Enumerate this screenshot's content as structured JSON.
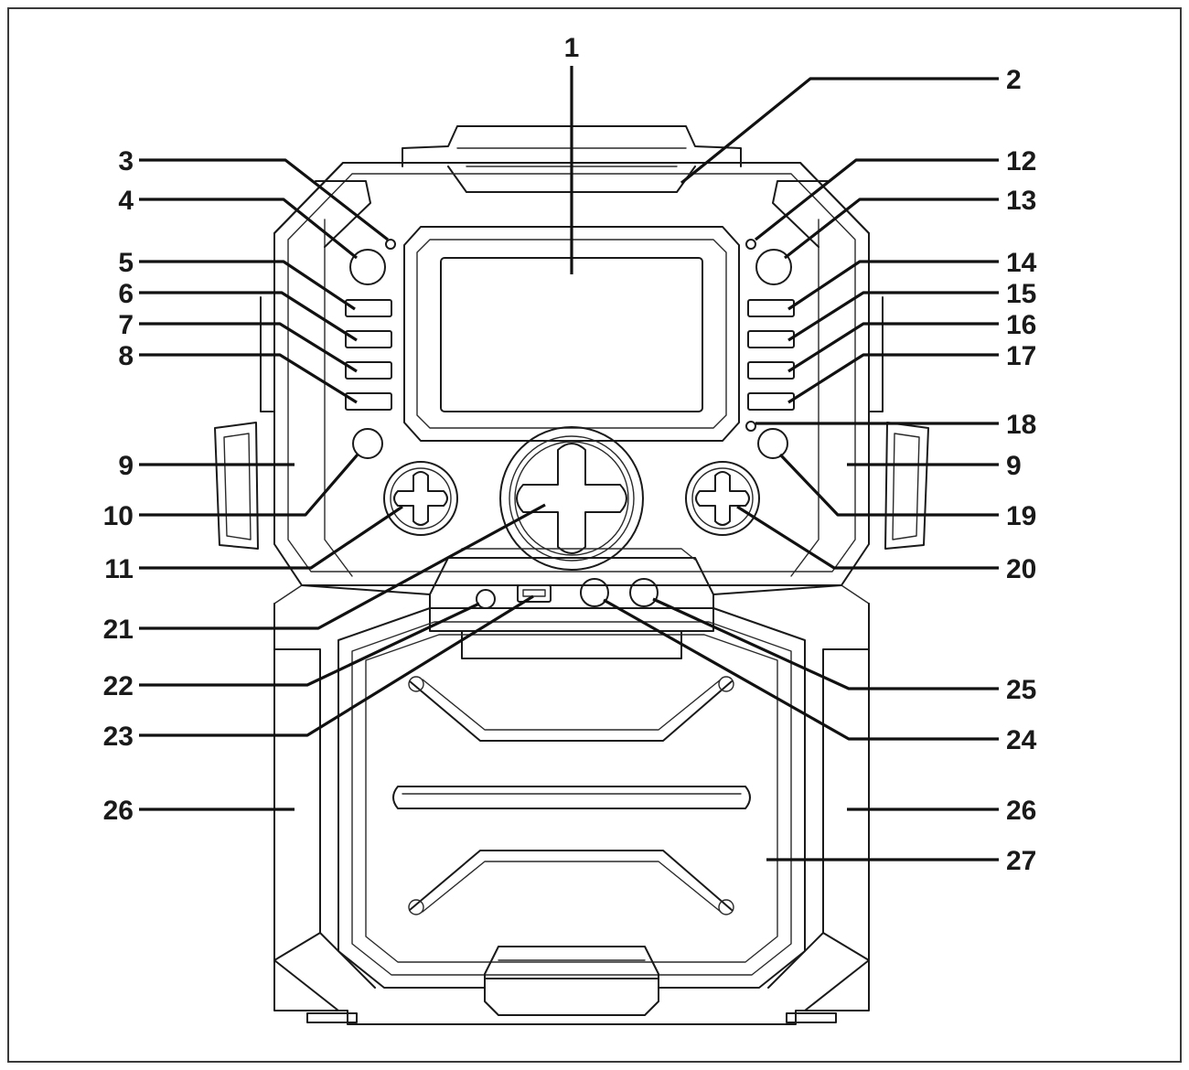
{
  "callouts": [
    {
      "label": "1"
    },
    {
      "label": "2"
    },
    {
      "label": "3"
    },
    {
      "label": "4"
    },
    {
      "label": "5"
    },
    {
      "label": "6"
    },
    {
      "label": "7"
    },
    {
      "label": "8"
    },
    {
      "label": "9"
    },
    {
      "label": "10"
    },
    {
      "label": "11"
    },
    {
      "label": "12"
    },
    {
      "label": "13"
    },
    {
      "label": "14"
    },
    {
      "label": "15"
    },
    {
      "label": "16"
    },
    {
      "label": "17"
    },
    {
      "label": "18"
    },
    {
      "label": "9"
    },
    {
      "label": "19"
    },
    {
      "label": "20"
    },
    {
      "label": "21"
    },
    {
      "label": "22"
    },
    {
      "label": "23"
    },
    {
      "label": "25"
    },
    {
      "label": "24"
    },
    {
      "label": "26"
    },
    {
      "label": "26"
    },
    {
      "label": "27"
    }
  ],
  "colors": {
    "line": "#1a1a1a",
    "background": "#ffffff"
  }
}
